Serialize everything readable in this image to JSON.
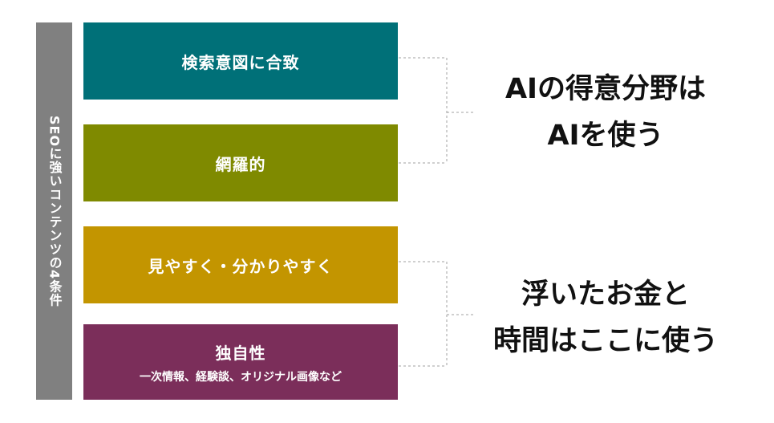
{
  "side_label": "SEOに強いコンテンツの4条件",
  "conditions": [
    {
      "label": "検索意図に合致",
      "sub": "",
      "color": "#007078"
    },
    {
      "label": "網羅的",
      "sub": "",
      "color": "#7f8a00"
    },
    {
      "label": "見やすく・分かりやすく",
      "sub": "",
      "color": "#c39500"
    },
    {
      "label": "独自性",
      "sub": "一次情報、経験談、オリジナル画像など",
      "color": "#7b2e5a"
    }
  ],
  "callouts": [
    {
      "line1": "AIの得意分野は",
      "line2": "AIを使う"
    },
    {
      "line1": "浮いたお金と",
      "line2": "時間はここに使う"
    }
  ],
  "connector_color": "#a0a0a0"
}
